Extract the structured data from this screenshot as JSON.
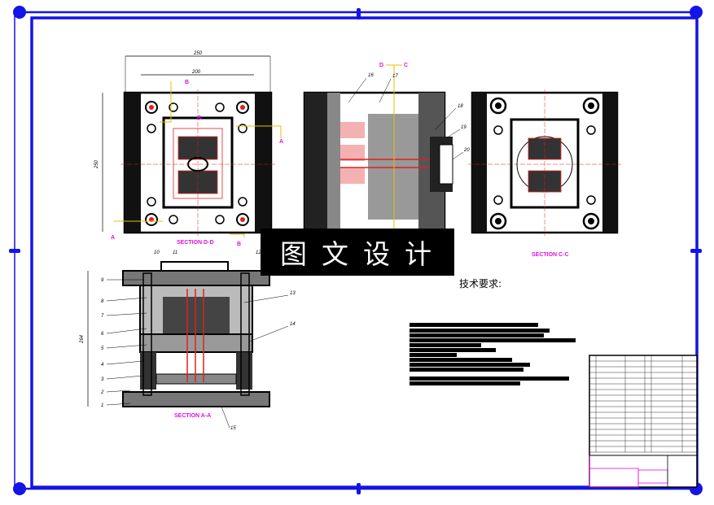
{
  "colors": {
    "frame": "#1414e6",
    "line": "#000000",
    "accent": "#e010e0",
    "mark": "#e6c000",
    "red": "#e02020"
  },
  "views": {
    "section_dd": "SECTION D-D",
    "section_cc": "SECTION C-C",
    "section_aa": "SECTION A-A"
  },
  "cut_marks": {
    "a": "A",
    "b": "B",
    "c": "C",
    "d": "D"
  },
  "dims": {
    "width_outer": "250",
    "width_inner": "200",
    "height_left": "250",
    "height_aa": "264"
  },
  "part_numbers_left": [
    "10",
    "11",
    "9",
    "8",
    "7",
    "6",
    "5",
    "4",
    "3",
    "2",
    "1"
  ],
  "part_numbers_right": [
    "12",
    "13",
    "14",
    "15"
  ],
  "part_numbers_top": [
    "16",
    "17",
    "18",
    "19",
    "20"
  ],
  "watermark": "图文设计",
  "tech_requirements": {
    "title": "技术要求:",
    "line_count": 12
  }
}
